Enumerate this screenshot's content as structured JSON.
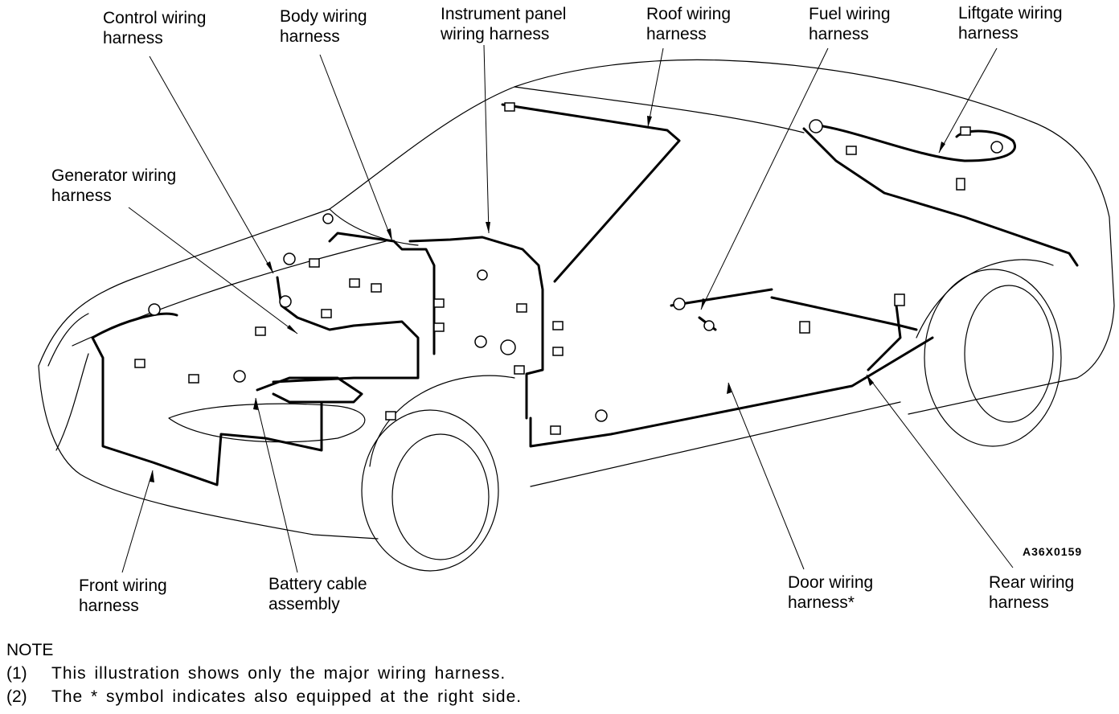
{
  "labels": {
    "control": [
      "Control wiring",
      "harness"
    ],
    "body": [
      "Body wiring",
      "harness"
    ],
    "instrument": [
      "Instrument panel",
      "wiring harness"
    ],
    "roof": [
      "Roof wiring",
      "harness"
    ],
    "fuel": [
      "Fuel wiring",
      "harness"
    ],
    "liftgate": [
      "Liftgate wiring",
      "harness"
    ],
    "generator": [
      "Generator wiring",
      "harness"
    ],
    "front": [
      "Front wiring",
      "harness"
    ],
    "battery": [
      "Battery cable",
      "assembly"
    ],
    "door": [
      "Door wiring",
      "harness*"
    ],
    "rear": [
      "Rear wiring",
      "harness"
    ]
  },
  "figure_code": "A36X0159",
  "note": {
    "heading": "NOTE",
    "items": [
      {
        "num": "(1)",
        "text": "This illustration shows only the major wiring harness."
      },
      {
        "num": "(2)",
        "text": "The * symbol indicates also equipped at the right side."
      }
    ]
  },
  "colors": {
    "ink": "#000000",
    "paper": "#ffffff"
  }
}
